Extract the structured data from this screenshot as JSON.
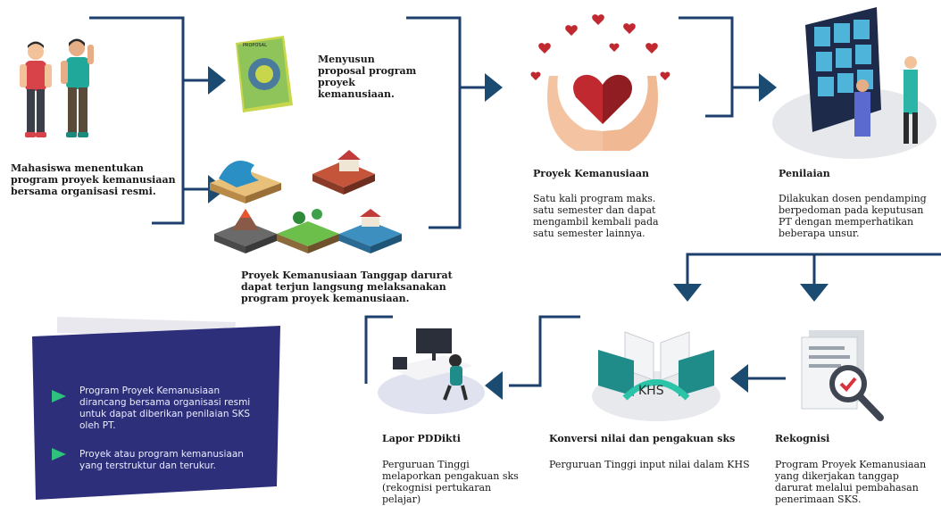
{
  "colors": {
    "line": "#1c3f6e",
    "arrow": "#1c4b72",
    "note_bg": "#2e2f7a",
    "bullet": "#2ec27e"
  },
  "steps": {
    "mahasiswa": "Mahasiswa menentukan program proyek kemanusiaan bersama organisasi resmi.",
    "proposal": "Menyusun proposal program proyek kemanusiaan.",
    "tanggap_darurat": "Proyek Kemanusiaan Tanggap darurat dapat terjun langsung melaksanakan program proyek kemanusiaan.",
    "proyek": {
      "title": "Proyek Kemanusiaan",
      "desc": "Satu kali program maks. satu semester dan dapat mengambil kembali pada satu semester lainnya."
    },
    "penilaian": {
      "title": "Penilaian",
      "desc": "Dilakukan dosen pendamping berpedoman pada keputusan PT dengan memperhatikan beberapa unsur."
    },
    "rekognisi": {
      "title": "Rekognisi",
      "desc": "Program Proyek Kemanusiaan yang dikerjakan tanggap darurat melalui pembahasan penerimaan SKS."
    },
    "konversi": {
      "title": "Konversi nilai dan pengakuan sks",
      "desc": "Perguruan Tinggi input nilai dalam KHS"
    },
    "lapor": {
      "title": "Lapor PDDikti",
      "desc": "Perguruan Tinggi melaporkan pengakuan sks (rekognisi pertukaran pelajar)"
    }
  },
  "labels": {
    "proposal_doc": "PROPOSAL",
    "khs": "KHS"
  },
  "notes": [
    "Program Proyek Kemanusiaan dirancang bersama organisasi resmi untuk dapat diberikan penilaian SKS oleh PT.",
    "Proyek atau program kemanusiaan yang terstruktur dan terukur."
  ]
}
